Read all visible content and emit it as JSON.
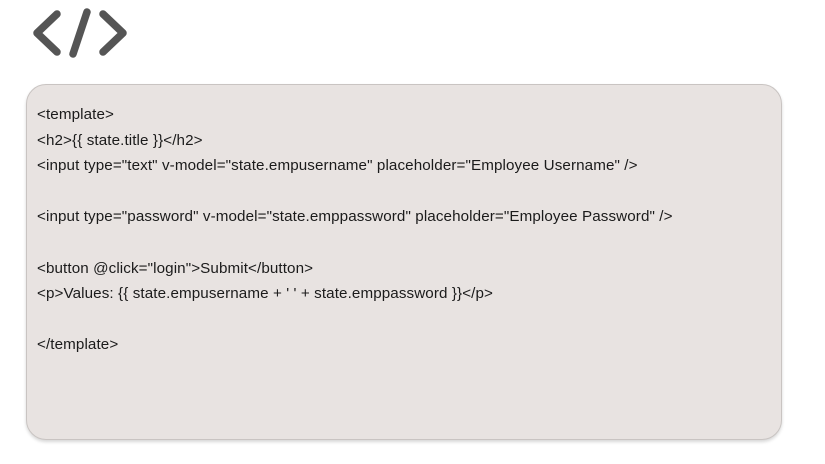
{
  "page": {
    "background_color": "#ffffff"
  },
  "icon": {
    "name": "code-brackets-icon",
    "glyph": "</>",
    "color": "#555555"
  },
  "code_card": {
    "background_color": "#e8e3e1",
    "border_color": "#c9c4c2",
    "text_color": "#1b1b1b",
    "language": "vue-template",
    "lines": [
      "<template>",
      "<h2>{{ state.title }}</h2>",
      "<input type=\"text\" v-model=\"state.empusername\" placeholder=\"Employee Username\" />",
      "",
      "<input type=\"password\" v-model=\"state.emppassword\" placeholder=\"Employee Password\" />",
      "",
      "<button @click=\"login\">Submit</button>",
      "<p>Values: {{ state.empusername + ' ' + state.emppassword }}</p>",
      "",
      "</template>"
    ]
  }
}
